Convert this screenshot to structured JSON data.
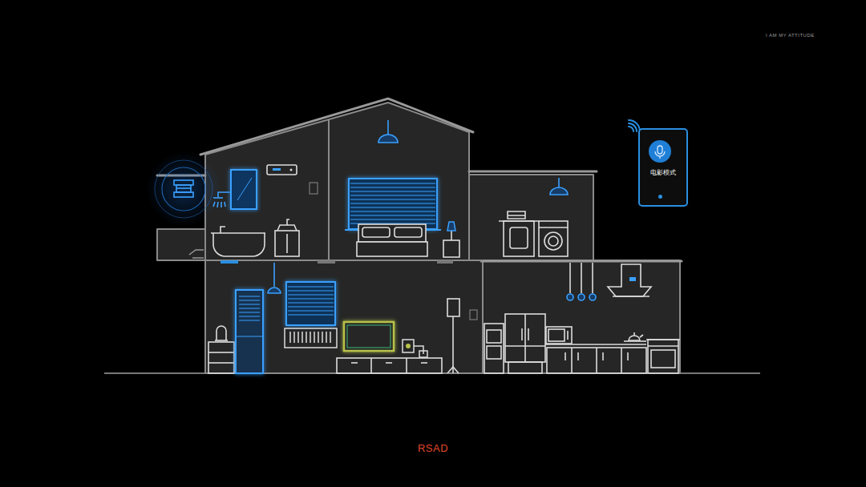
{
  "diagram": {
    "nodes": [
      {
        "text": [
          "电影模式"
        ]
      }
    ],
    "labels": [
      "I AM MY ATTITUDE",
      "RSAD"
    ]
  }
}
